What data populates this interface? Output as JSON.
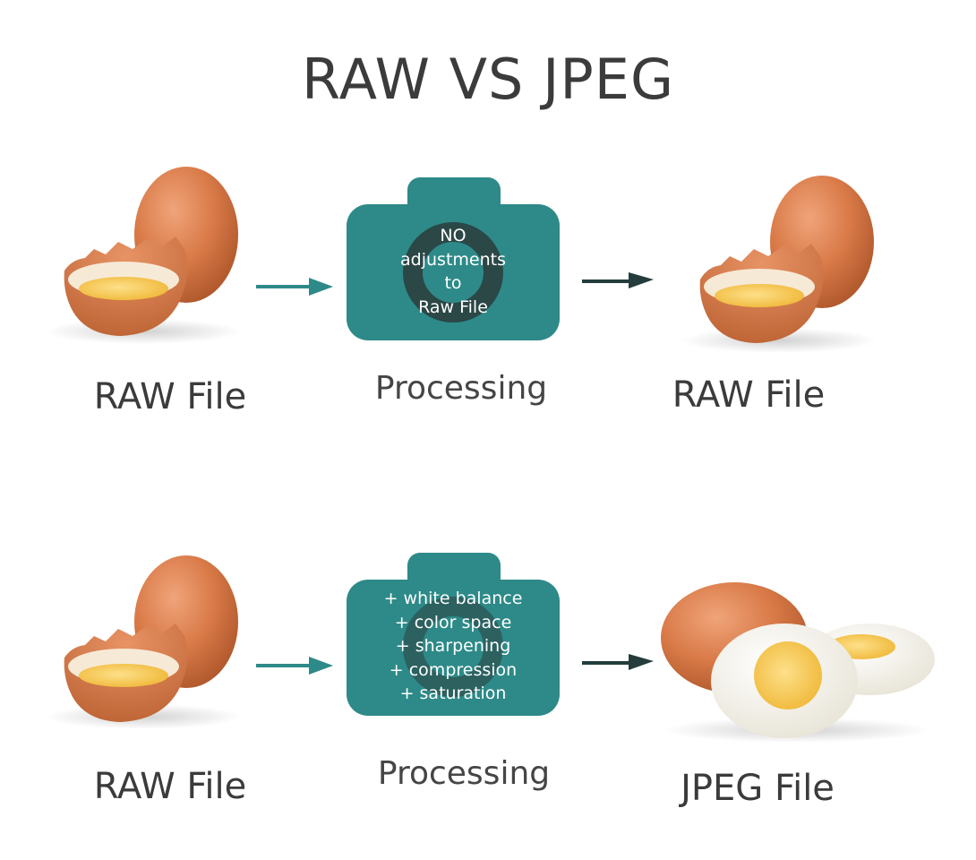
{
  "title": "RAW VS JPEG",
  "rows": [
    {
      "input_label": "RAW File",
      "processing_label": "Processing",
      "camera_lines": [
        "NO",
        "adjustments",
        "to",
        "Raw File"
      ],
      "output_label": "RAW File"
    },
    {
      "input_label": "RAW File",
      "processing_label": "Processing",
      "camera_lines": [
        "+ white balance",
        "+ color space",
        "+ sharpening",
        "+ compression",
        "+ saturation"
      ],
      "output_label": "JPEG File"
    }
  ],
  "colors": {
    "camera": "#2d8a88",
    "camera_lens": "#2b3f3f",
    "arrow_in": "#2e8a88",
    "arrow_out": "#243c3c",
    "egg_shell": "#d97a48",
    "yolk": "#f2c24a",
    "egg_white": "#f3f1e8"
  },
  "icons": [
    "egg-icon",
    "cracked-egg-icon",
    "arrow-right-icon",
    "camera-icon",
    "boiled-egg-icon"
  ]
}
